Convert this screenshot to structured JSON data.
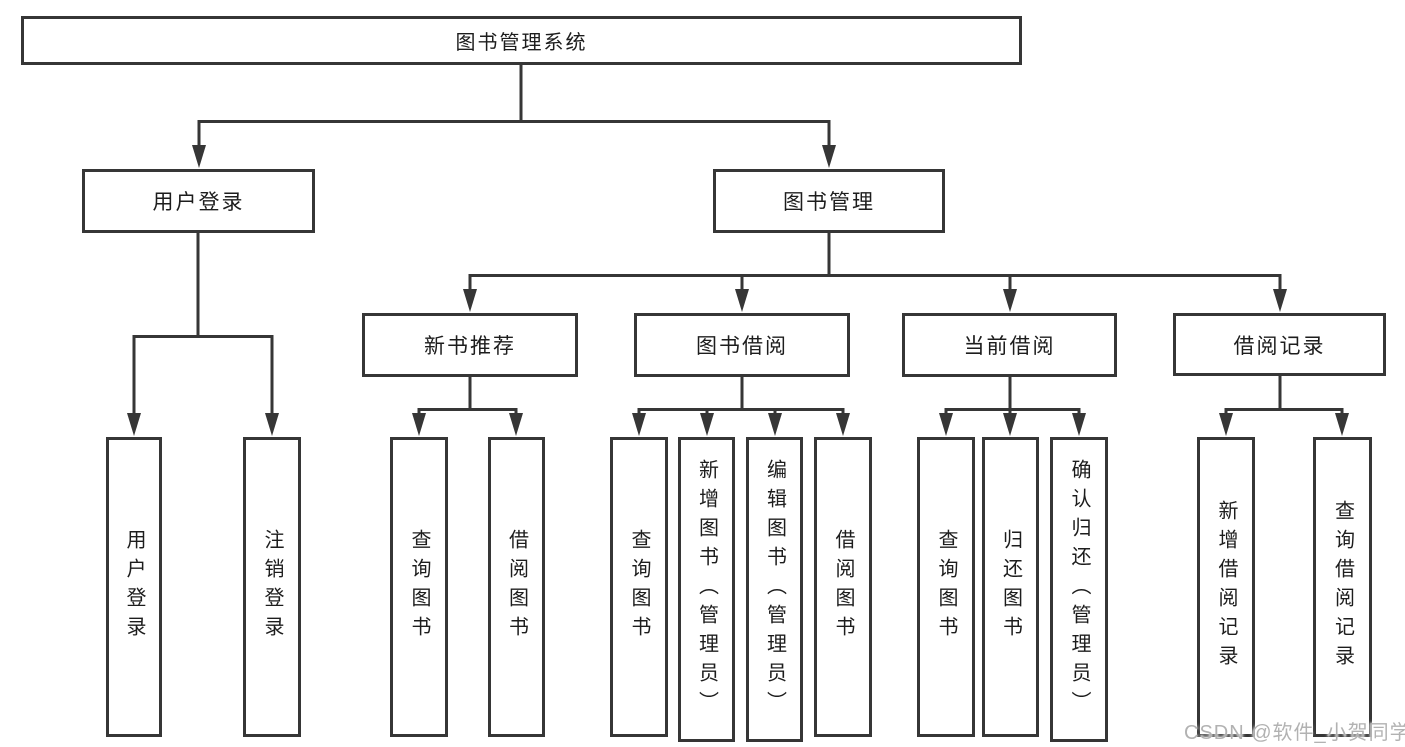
{
  "diagram": {
    "root": {
      "label": "图书管理系统"
    },
    "level2": [
      {
        "label": "用户登录",
        "children": [
          {
            "label": "用户登录"
          },
          {
            "label": "注销登录"
          }
        ]
      },
      {
        "label": "图书管理",
        "children": [
          {
            "label": "新书推荐",
            "children": [
              {
                "label": "查询图书"
              },
              {
                "label": "借阅图书"
              }
            ]
          },
          {
            "label": "图书借阅",
            "children": [
              {
                "label": "查询图书"
              },
              {
                "label": "新增图书（管理员）"
              },
              {
                "label": "编辑图书（管理员）"
              },
              {
                "label": "借阅图书"
              }
            ]
          },
          {
            "label": "当前借阅",
            "children": [
              {
                "label": "查询图书"
              },
              {
                "label": "归还图书"
              },
              {
                "label": "确认归还（管理员）"
              }
            ]
          },
          {
            "label": "借阅记录",
            "children": [
              {
                "label": "新增借阅记录"
              },
              {
                "label": "查询借阅记录"
              }
            ]
          }
        ]
      }
    ]
  },
  "watermark": {
    "text": "CSDN @软件_小贺同学"
  },
  "colors": {
    "line": "#363636",
    "box_border": "#363636",
    "box_fill": "#ffffff",
    "text": "#1d1d1d",
    "watermark": "#b2b2b2",
    "background": "#ffffff"
  }
}
